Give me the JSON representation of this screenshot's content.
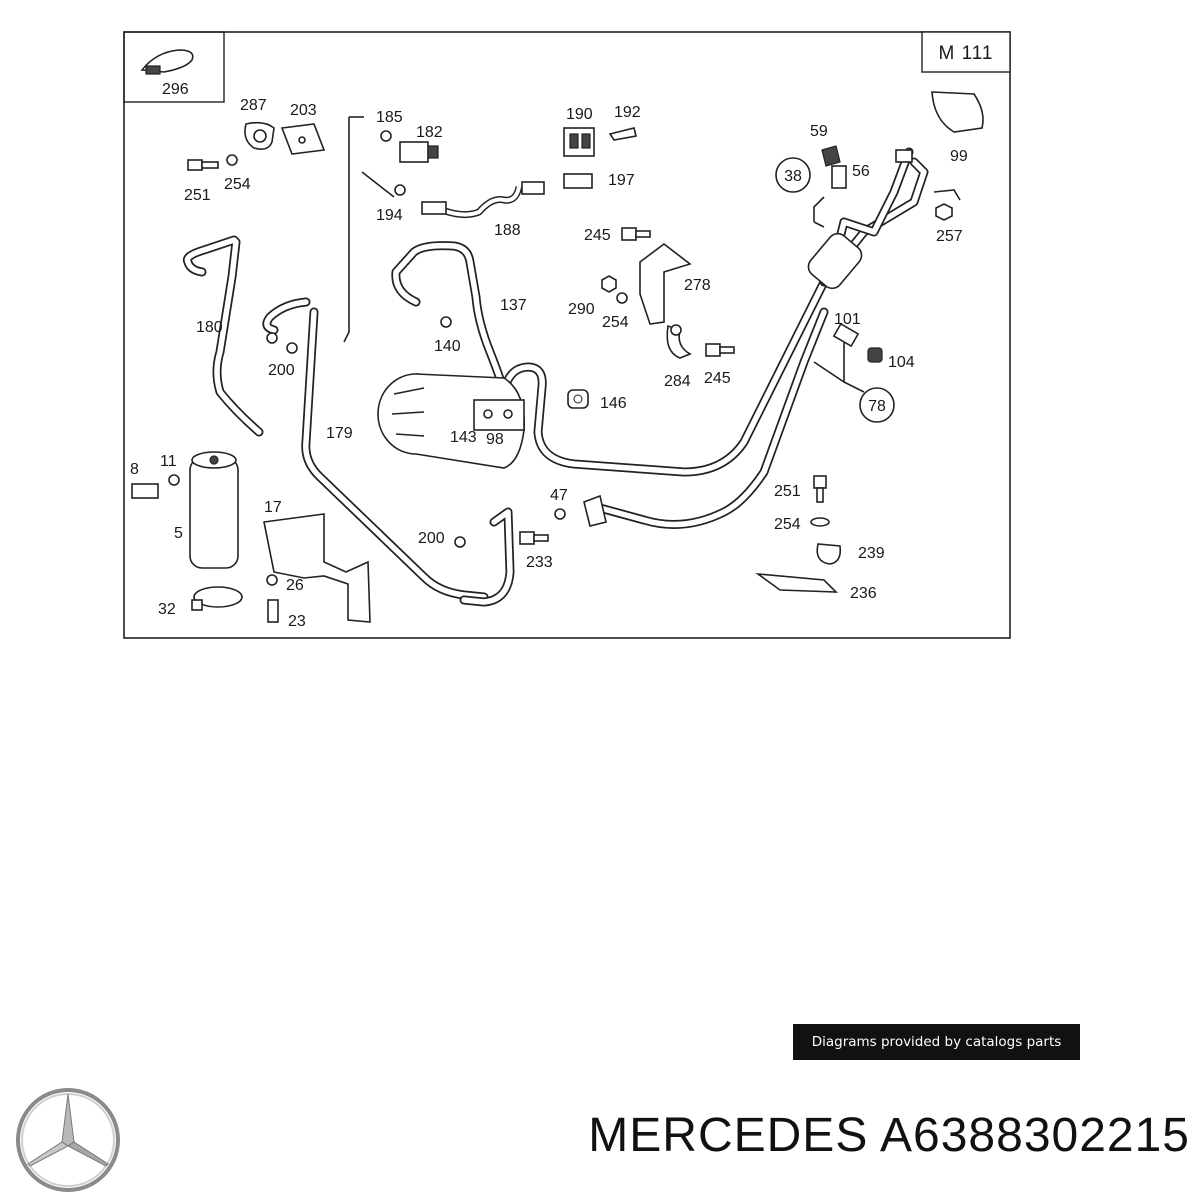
{
  "diagram": {
    "engine_code": "M 111",
    "labels": {
      "l296": "296",
      "l287": "287",
      "l203": "203",
      "l185": "185",
      "l182": "182",
      "l190": "190",
      "l192": "192",
      "l59": "59",
      "l56": "56",
      "l38": "38",
      "l99": "99",
      "l251a": "251",
      "l254a": "254",
      "l194": "194",
      "l188": "188",
      "l197": "197",
      "l245a": "245",
      "l257": "257",
      "l180": "180",
      "l137": "137",
      "l278": "278",
      "l290": "290",
      "l254b": "254",
      "l140": "140",
      "l101": "101",
      "l104": "104",
      "l200a": "200",
      "l284": "284",
      "l245b": "245",
      "l78": "78",
      "l146": "146",
      "l179": "179",
      "l143": "143",
      "l98": "98",
      "l8": "8",
      "l11": "11",
      "l5": "5",
      "l17": "17",
      "l47": "47",
      "l200b": "200",
      "l233": "233",
      "l251b": "251",
      "l254c": "254",
      "l239": "239",
      "l236": "236",
      "l26": "26",
      "l32": "32",
      "l23": "23"
    }
  },
  "credit": "Diagrams provided by catalogs parts",
  "brand": "MERCEDES",
  "part_number": "A6388302215",
  "title": "MERCEDES A6388302215"
}
